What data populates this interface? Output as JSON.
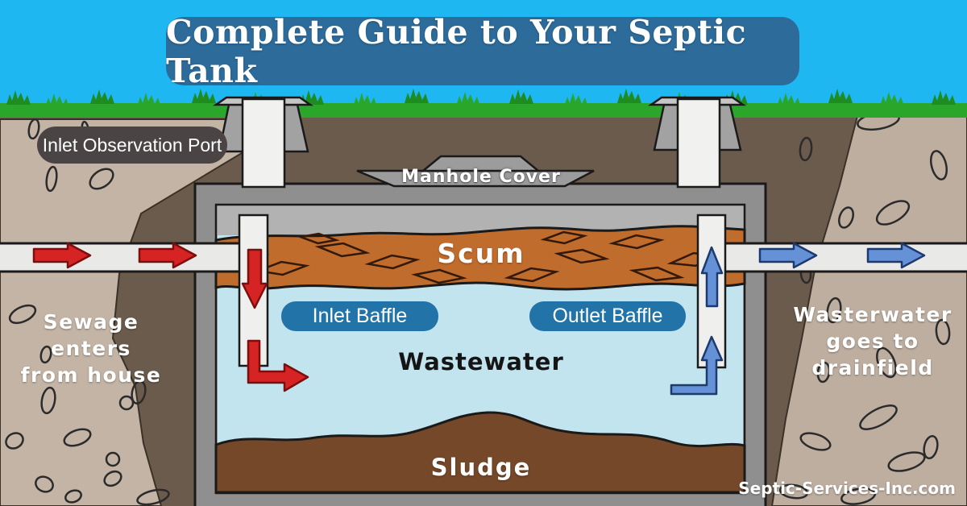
{
  "title": "Complete Guide to Your Septic Tank",
  "callouts": {
    "observation_port": "Inlet Observation Port",
    "inlet_baffle": "Inlet Baffle",
    "outlet_baffle": "Outlet Baffle"
  },
  "tank_labels": {
    "manhole_cover": "Manhole Cover",
    "scum": "Scum",
    "wastewater": "Wastewater",
    "sludge": "Sludge"
  },
  "flow_labels": {
    "inlet": {
      "line1": "Sewage",
      "line2": "enters",
      "line3": "from house"
    },
    "outlet": {
      "line1": "Wasterwater",
      "line2": "goes to",
      "line3": "drainfield"
    }
  },
  "footer": {
    "website": "Septic-Services-Inc.com"
  },
  "colors": {
    "sky": "#1fb7f2",
    "banner_blue": "#2d6b9a",
    "label_blue": "#2173a8",
    "label_dark_gray": "#4a4544",
    "grass_green": "#2aa62a",
    "soil_dark": "#6b5b4c",
    "soil_light": "#c3b4a5",
    "tank_gray": "#8f8f8f",
    "scum_orange": "#c06c2d",
    "water_blue": "#c2e4ee",
    "sludge_brown": "#744828",
    "inflow_red": "#d62323",
    "outflow_blue": "#6592d6",
    "pipe_white": "#e9e9e7"
  }
}
